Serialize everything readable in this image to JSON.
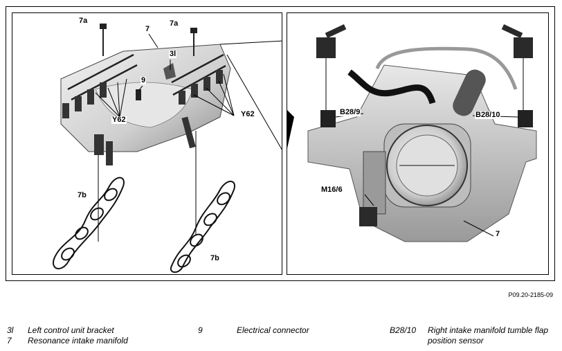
{
  "figure": {
    "left_callouts": {
      "bolt_left": "7a",
      "bolt_right": "7a",
      "manifold": "7",
      "bracket": "3l",
      "connector": "9",
      "valves_left": "Y62",
      "valves_right": "Y62",
      "gasket_left": "7b",
      "gasket_right": "7b"
    },
    "right_callouts": {
      "sensor_left": "B28/9",
      "sensor_right": "B28/10",
      "throttle": "M16/6",
      "manifold": "7"
    },
    "figure_id": "P09.20-2185-09"
  },
  "legend": [
    {
      "code": "3l",
      "text": "Left control unit bracket"
    },
    {
      "code": "7",
      "text": "Resonance intake manifold"
    },
    {
      "code": "9",
      "text": "Electrical connector"
    },
    {
      "code": "B28/10",
      "text": "Right intake manifold tumble flap position sensor"
    }
  ]
}
